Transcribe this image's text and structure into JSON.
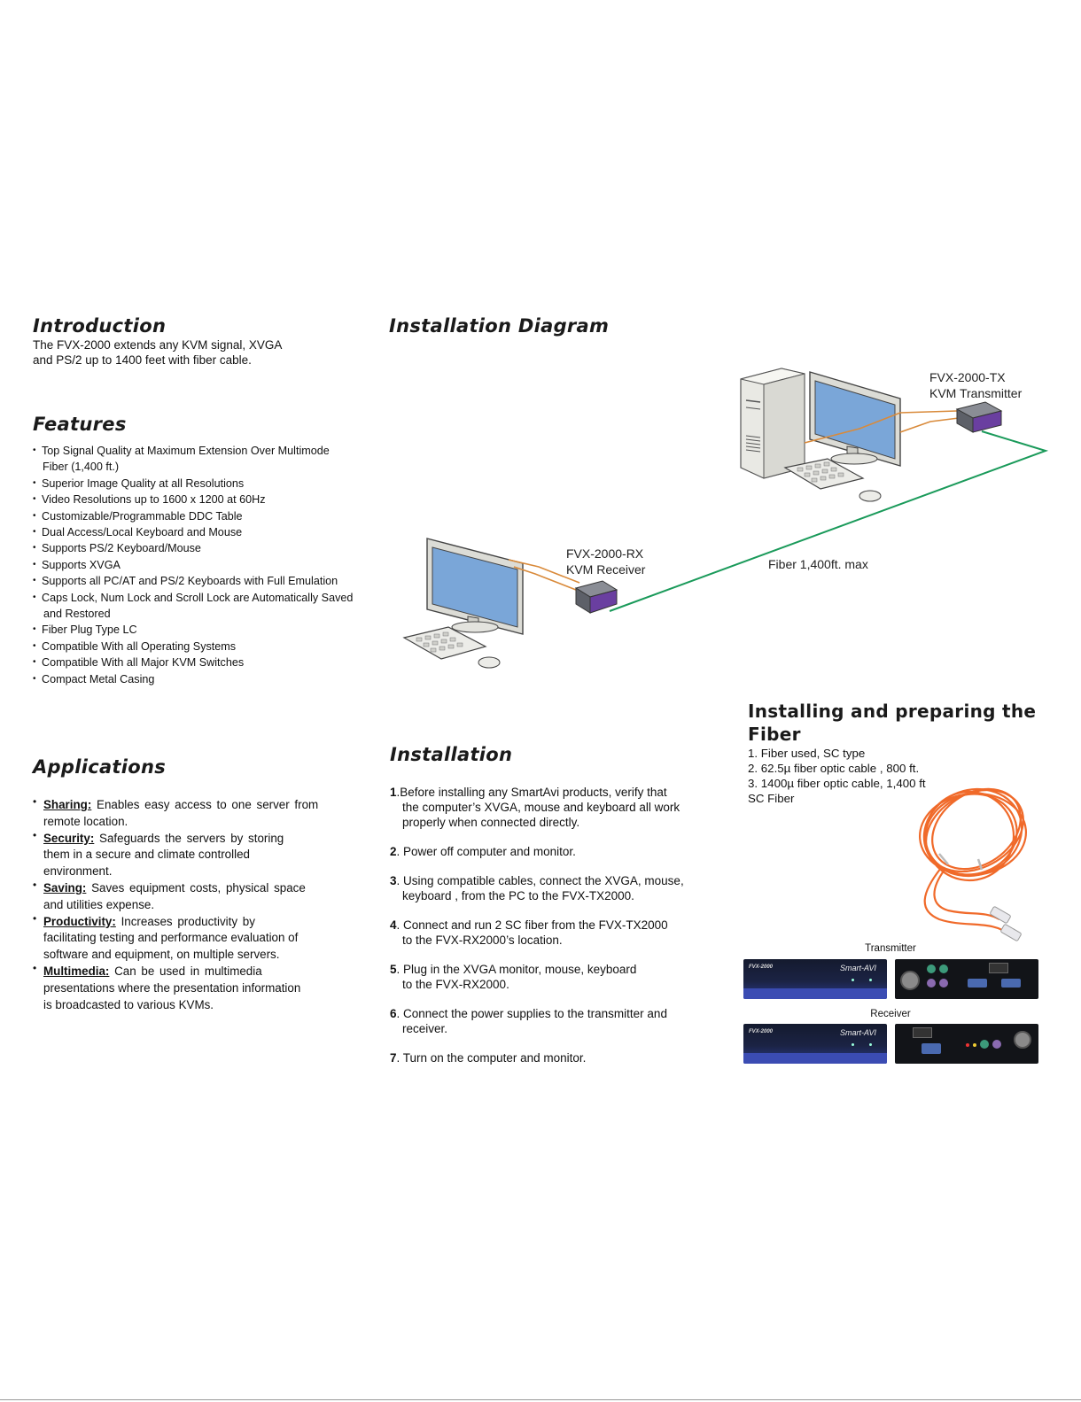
{
  "intro": {
    "title": "Introduction",
    "lines": [
      "The FVX-2000 extends any KVM signal, XVGA",
      "and PS/2 up to 1400 feet with fiber cable."
    ]
  },
  "features": {
    "title": "Features",
    "items": [
      "Top Signal Quality at Maximum Extension Over Multimode",
      "Fiber (1,400 ft.)",
      "Superior Image Quality at all Resolutions",
      "Video Resolutions up to 1600 x 1200 at 60Hz",
      "Customizable/Programmable DDC Table",
      "Dual Access/Local Keyboard and Mouse",
      "Supports PS/2 Keyboard/Mouse",
      "Supports XVGA",
      "Supports all PC/AT and PS/2 Keyboards with Full Emulation",
      "Caps Lock, Num Lock and Scroll Lock are Automatically Saved",
      "and Restored",
      "Fiber Plug Type LC",
      "Compatible With all Operating Systems",
      "Compatible With all Major KVM Switches",
      "Compact Metal Casing"
    ]
  },
  "applications": {
    "title": "Applications",
    "items": [
      {
        "term": "Sharing:",
        "line1": " Enables easy access to one server from",
        "rest": [
          "remote location."
        ]
      },
      {
        "term": "Security:",
        "line1": " Safeguards the servers by storing",
        "rest": [
          "them in a secure and climate controlled",
          "environment."
        ]
      },
      {
        "term": "Saving:",
        "line1": " Saves equipment costs, physical space",
        "rest": [
          "and utilities expense."
        ]
      },
      {
        "term": "Productivity:",
        "line1": " Increases productivity by",
        "rest": [
          "facilitating testing and performance evaluation of",
          "software and equipment, on multiple servers."
        ]
      },
      {
        "term": "Multimedia:",
        "line1": " Can be used in multimedia",
        "rest": [
          "presentations where the presentation information",
          "is broadcasted to various KVMs."
        ]
      }
    ]
  },
  "diagram": {
    "title": "Installation  Diagram",
    "tx_label": [
      "FVX-2000-TX",
      "KVM Transmitter"
    ],
    "rx_label": [
      "FVX-2000-RX",
      "KVM Receiver"
    ],
    "fiber_label": "Fiber 1,400ft. max",
    "colors": {
      "fiber": "#1a9a5a",
      "cable": "#d98a3a",
      "screen": "#7aa6d8",
      "box": "#5d6068",
      "accent": "#6a3fa0"
    }
  },
  "installation": {
    "title": "Installation",
    "steps": [
      {
        "num": "1",
        "sep": ".",
        "lines": [
          "Before installing any SmartAvi products, verify that",
          "the computer’s XVGA, mouse and keyboard all work",
          "properly when connected directly."
        ]
      },
      {
        "num": "2",
        "sep": ". ",
        "lines": [
          "Power off computer and monitor."
        ]
      },
      {
        "num": "3",
        "sep": ". ",
        "lines": [
          "Using compatible cables, connect the XVGA, mouse,",
          "keyboard , from the PC to the FVX-TX2000."
        ]
      },
      {
        "num": "4",
        "sep": ". ",
        "lines": [
          "Connect and run 2 SC fiber from the FVX-TX2000",
          "to the FVX-RX2000’s location."
        ]
      },
      {
        "num": "5",
        "sep": ". ",
        "lines": [
          "Plug in the XVGA monitor, mouse, keyboard",
          "to the FVX-RX2000."
        ]
      },
      {
        "num": "6",
        "sep": ". ",
        "lines": [
          "Connect the power supplies to the transmitter and",
          "receiver."
        ]
      },
      {
        "num": "7",
        "sep": ". ",
        "lines": [
          "Turn on the computer and monitor."
        ]
      }
    ]
  },
  "fiber_prep": {
    "title_lines": [
      "Installing and preparing the",
      "Fiber"
    ],
    "lines": [
      "1. Fiber used, SC type",
      "2. 62.5µ fiber optic cable , 800 ft.",
      "3. 1400µ fiber optic cable, 1,400 ft",
      "SC Fiber"
    ]
  },
  "devices": {
    "transmitter_caption": "Transmitter",
    "receiver_caption": "Receiver",
    "model": "FVX-2000",
    "brand": "Smart-AVI"
  }
}
